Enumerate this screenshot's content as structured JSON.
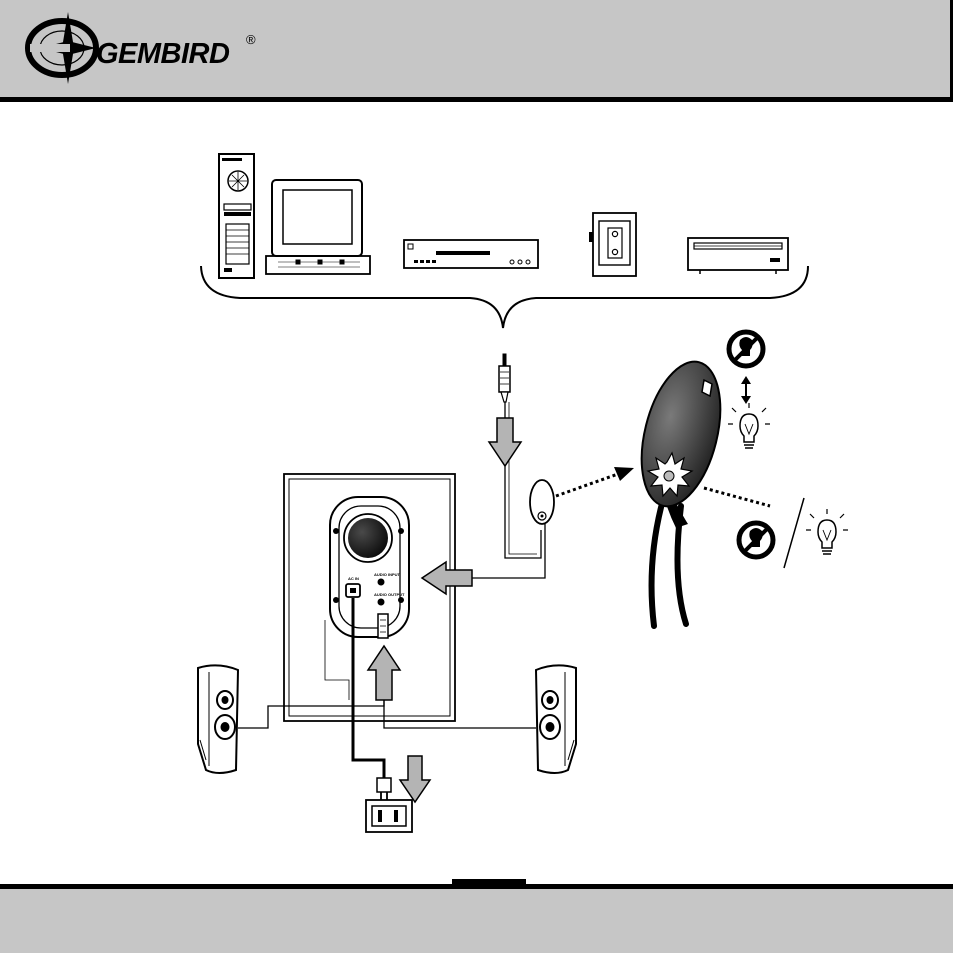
{
  "brand": {
    "name": "GEMBIRD",
    "registered": "®"
  },
  "panel_labels": {
    "ac_in": "AC IN",
    "audio_input": "AUDIO INPUT",
    "audio_output": "AUDIO OUTPUT"
  },
  "colors": {
    "header_bg": "#c6c6c6",
    "arrow_fill": "#b4b4b4",
    "line": "#000000"
  },
  "icons": [
    "pc-tower-icon",
    "monitor-icon",
    "dvd-player-icon",
    "walkman-icon",
    "vcr-icon",
    "no-light-icon",
    "light-bulb-icon",
    "remote-control-icon",
    "power-socket-icon"
  ]
}
